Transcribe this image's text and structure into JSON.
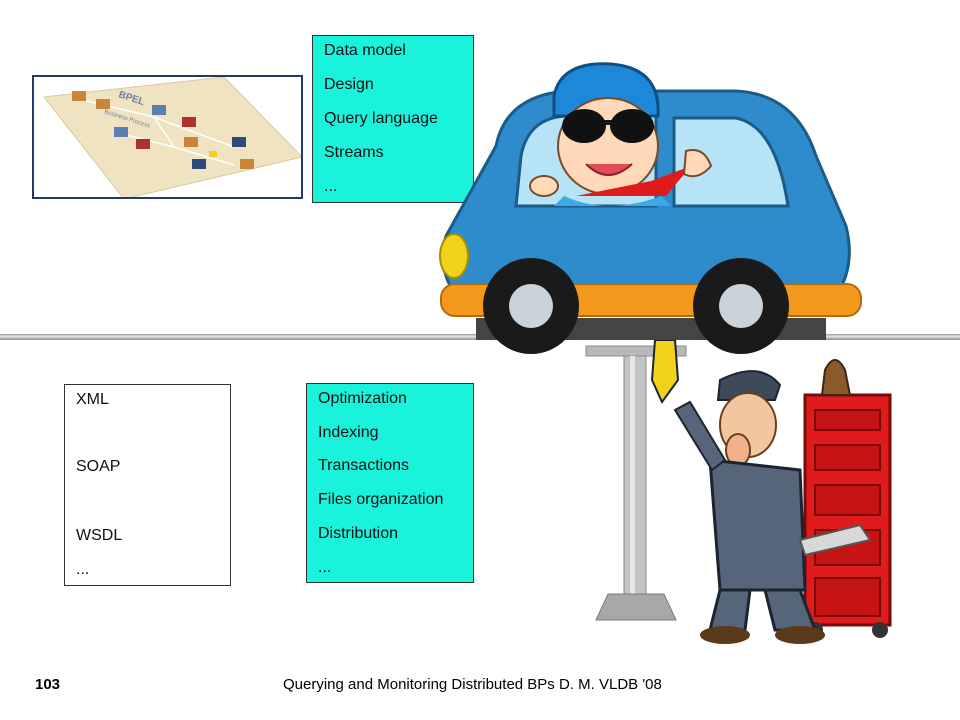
{
  "top_box": {
    "lines": [
      "Data model",
      "Design",
      "Query language",
      "Streams",
      "..."
    ]
  },
  "bottom_box": {
    "lines": [
      "Optimization",
      "Indexing",
      "Transactions",
      "Files organization",
      "Distribution",
      "..."
    ]
  },
  "left_box": {
    "lines": [
      "XML",
      "SOAP",
      "WSDL",
      "..."
    ]
  },
  "bpel_diagram": {
    "label": "BPEL",
    "sublabel": "Business Process"
  },
  "footer": {
    "page_number": "103",
    "title": "Querying and Monitoring Distributed BPs D. M. VLDB '08"
  },
  "colors": {
    "box_fill": "#19f3dc",
    "car_body": "#2e8ccc",
    "toolbox": "#e01b1b",
    "frame": "#1f3a6b"
  }
}
